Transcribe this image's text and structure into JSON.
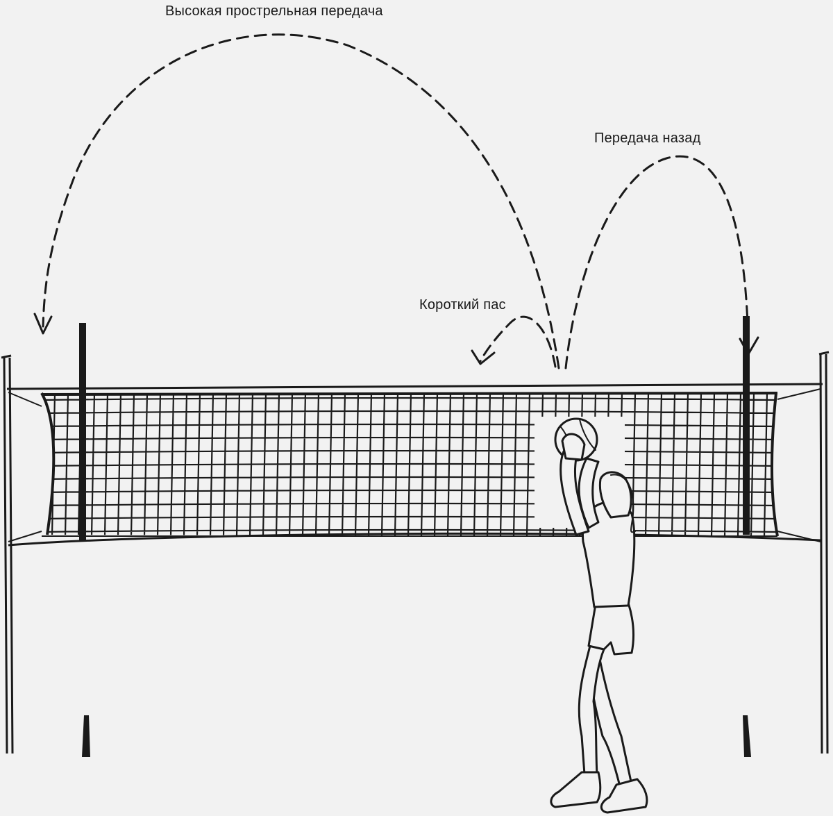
{
  "labels": {
    "high_set": "Высокая прострельная передача",
    "back_set": "Передача назад",
    "short_pass": "Короткий пас"
  },
  "colors": {
    "background": "#f2f2f2",
    "ink": "#1a1a1a"
  }
}
